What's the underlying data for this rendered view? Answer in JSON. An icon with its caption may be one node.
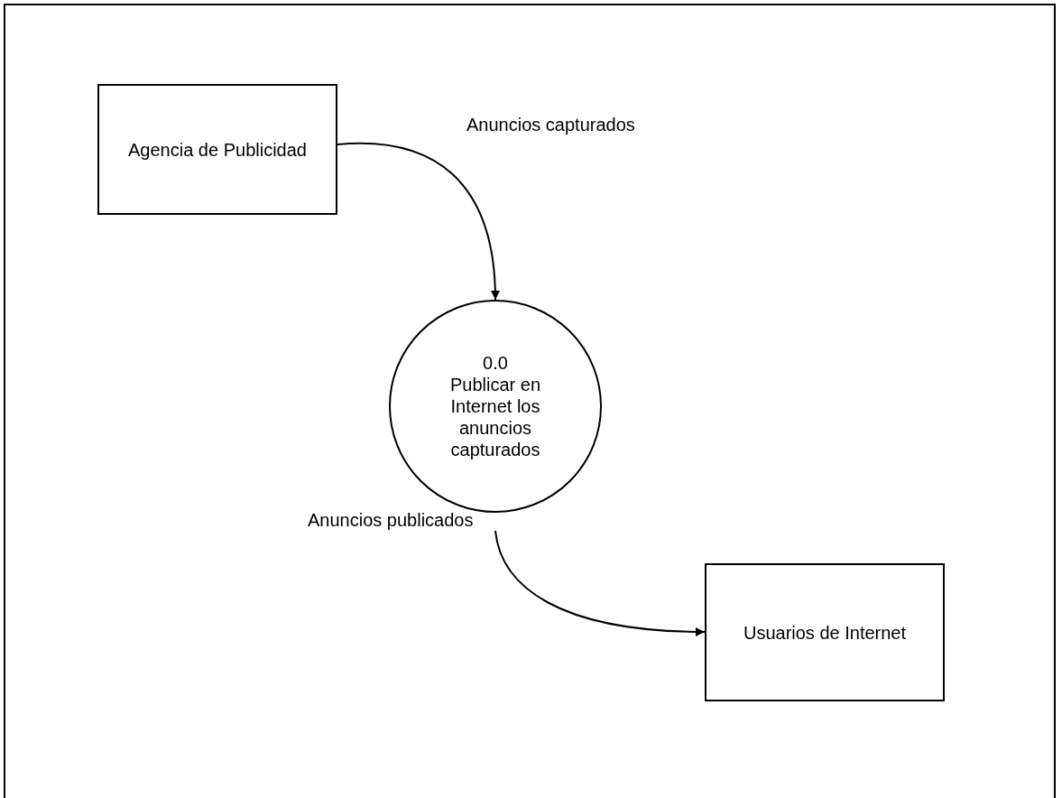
{
  "diagram": {
    "nodes": [
      {
        "text": [
          "Agencia de Publicidad"
        ]
      },
      {
        "text": [
          "0.0",
          "Publicar en Internet los anuncios capturados"
        ]
      },
      {
        "text": [
          "Usuarios de Internet"
        ]
      }
    ],
    "edges": [
      {
        "from": 0,
        "to": 1,
        "arrow": "to",
        "label": "Anuncios capturados"
      },
      {
        "from": 1,
        "to": 2,
        "arrow": "to",
        "label": "Anuncios publicados"
      }
    ]
  }
}
